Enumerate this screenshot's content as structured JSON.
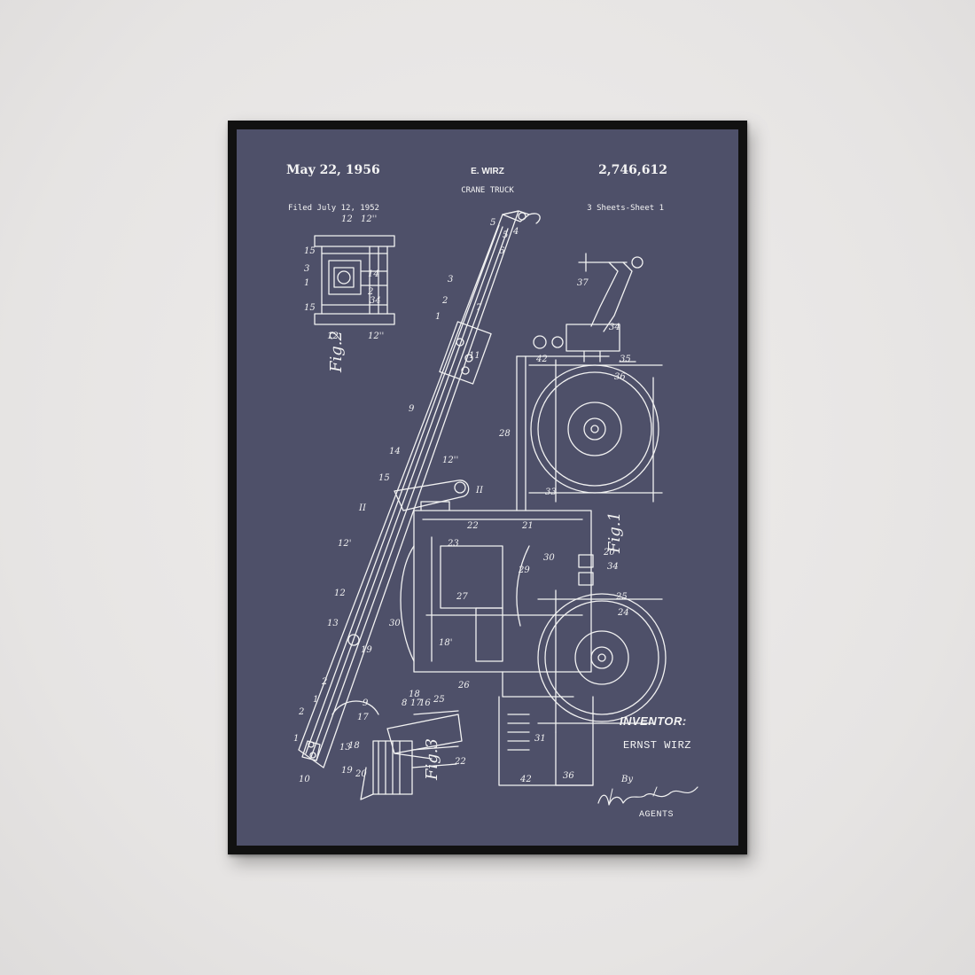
{
  "poster": {
    "date": "May 22, 1956",
    "inventor_header": "E. WIRZ",
    "patent_number": "2,746,612",
    "title": "CRANE TRUCK",
    "filed": "Filed July 12, 1952",
    "sheets": "3 Sheets-Sheet 1",
    "inventor_label": "INVENTOR:",
    "inventor_name": "ERNST WIRZ",
    "by_label": "By",
    "agents_label": "AGENTS",
    "figure_labels": [
      "Fig.1",
      "Fig.2",
      "Fig.3"
    ]
  },
  "colors": {
    "wall": "#e9e7e6",
    "frame": "#111111",
    "paper": "#4e5069",
    "ink": "#f4f4f4"
  }
}
